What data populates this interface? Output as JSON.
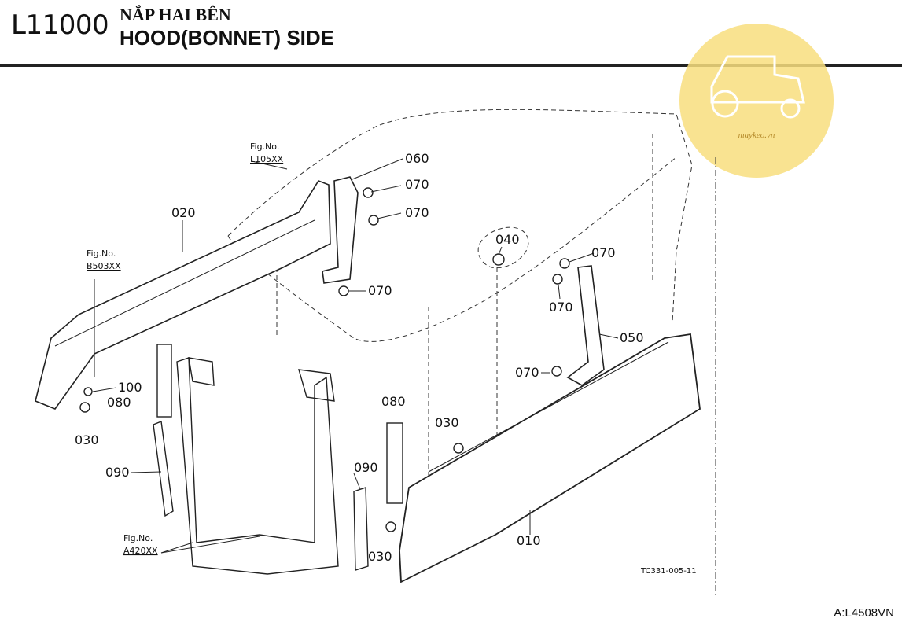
{
  "header": {
    "code": "L11000",
    "title_vi": "NẮP HAI BÊN",
    "title_en": "HOOD(BONNET) SIDE"
  },
  "watermark": {
    "text": "maykeo.vn",
    "color": "#f8de7e"
  },
  "figure_refs": [
    {
      "label": "Fig.No.",
      "code": "L105XX"
    },
    {
      "label": "Fig.No.",
      "code": "B503XX"
    },
    {
      "label": "Fig.No.",
      "code": "A420XX"
    }
  ],
  "callouts": {
    "c010": "010",
    "c020": "020",
    "c030a": "030",
    "c030b": "030",
    "c030c": "030",
    "c040": "040",
    "c050": "050",
    "c060": "060",
    "c070a": "070",
    "c070b": "070",
    "c070c": "070",
    "c070d": "070",
    "c070e": "070",
    "c070f": "070",
    "c080a": "080",
    "c080b": "080",
    "c090a": "090",
    "c090b": "090",
    "c100": "100"
  },
  "drawing_number": "TC331-005-11",
  "footer_code": "A:L4508VN"
}
